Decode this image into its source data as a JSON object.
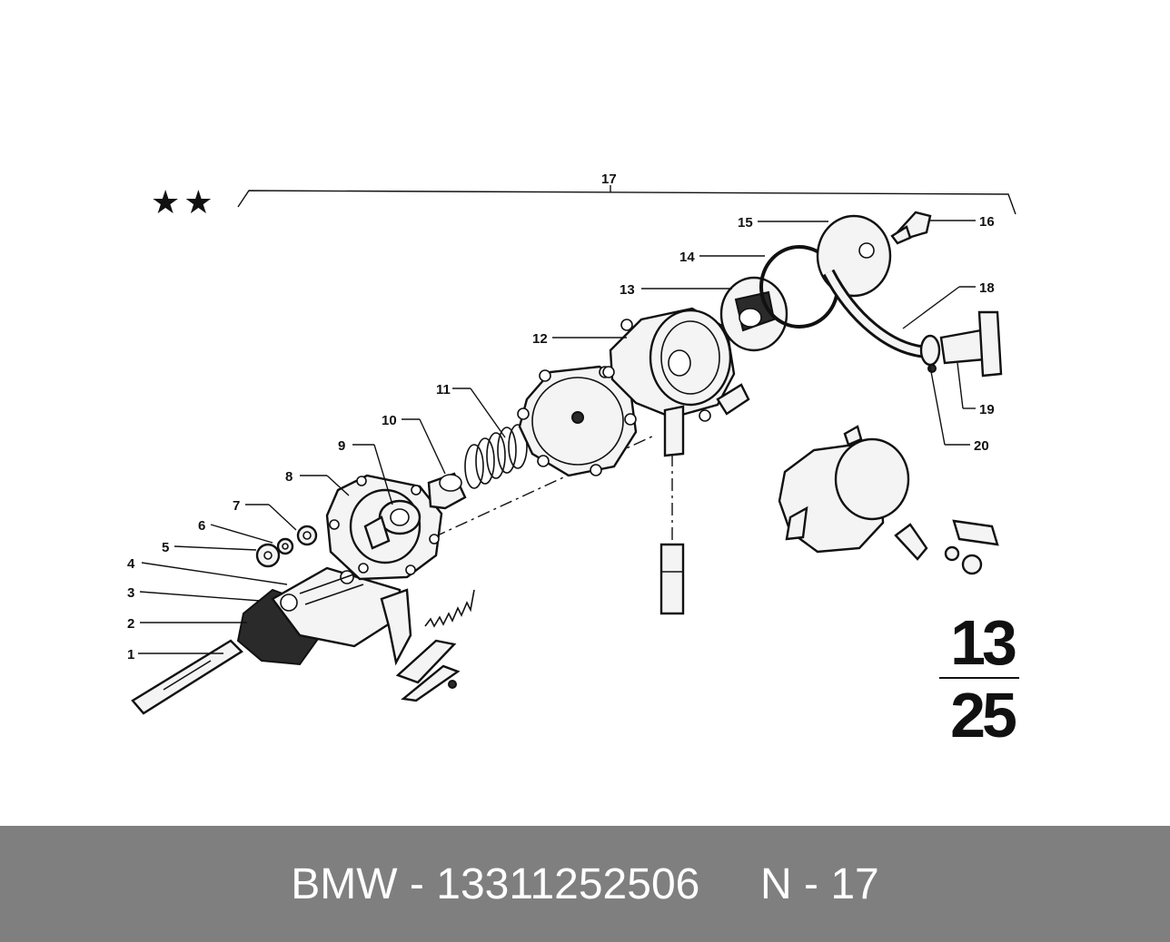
{
  "diagram": {
    "callouts": [
      "1",
      "2",
      "3",
      "4",
      "5",
      "6",
      "7",
      "8",
      "9",
      "10",
      "11",
      "12",
      "13",
      "14",
      "15",
      "16",
      "17",
      "18",
      "19",
      "20"
    ],
    "stars": "★★",
    "reference": {
      "top": "13",
      "bottom": "25"
    }
  },
  "footer": {
    "text": "BMW - 13311252506     N - 17"
  }
}
